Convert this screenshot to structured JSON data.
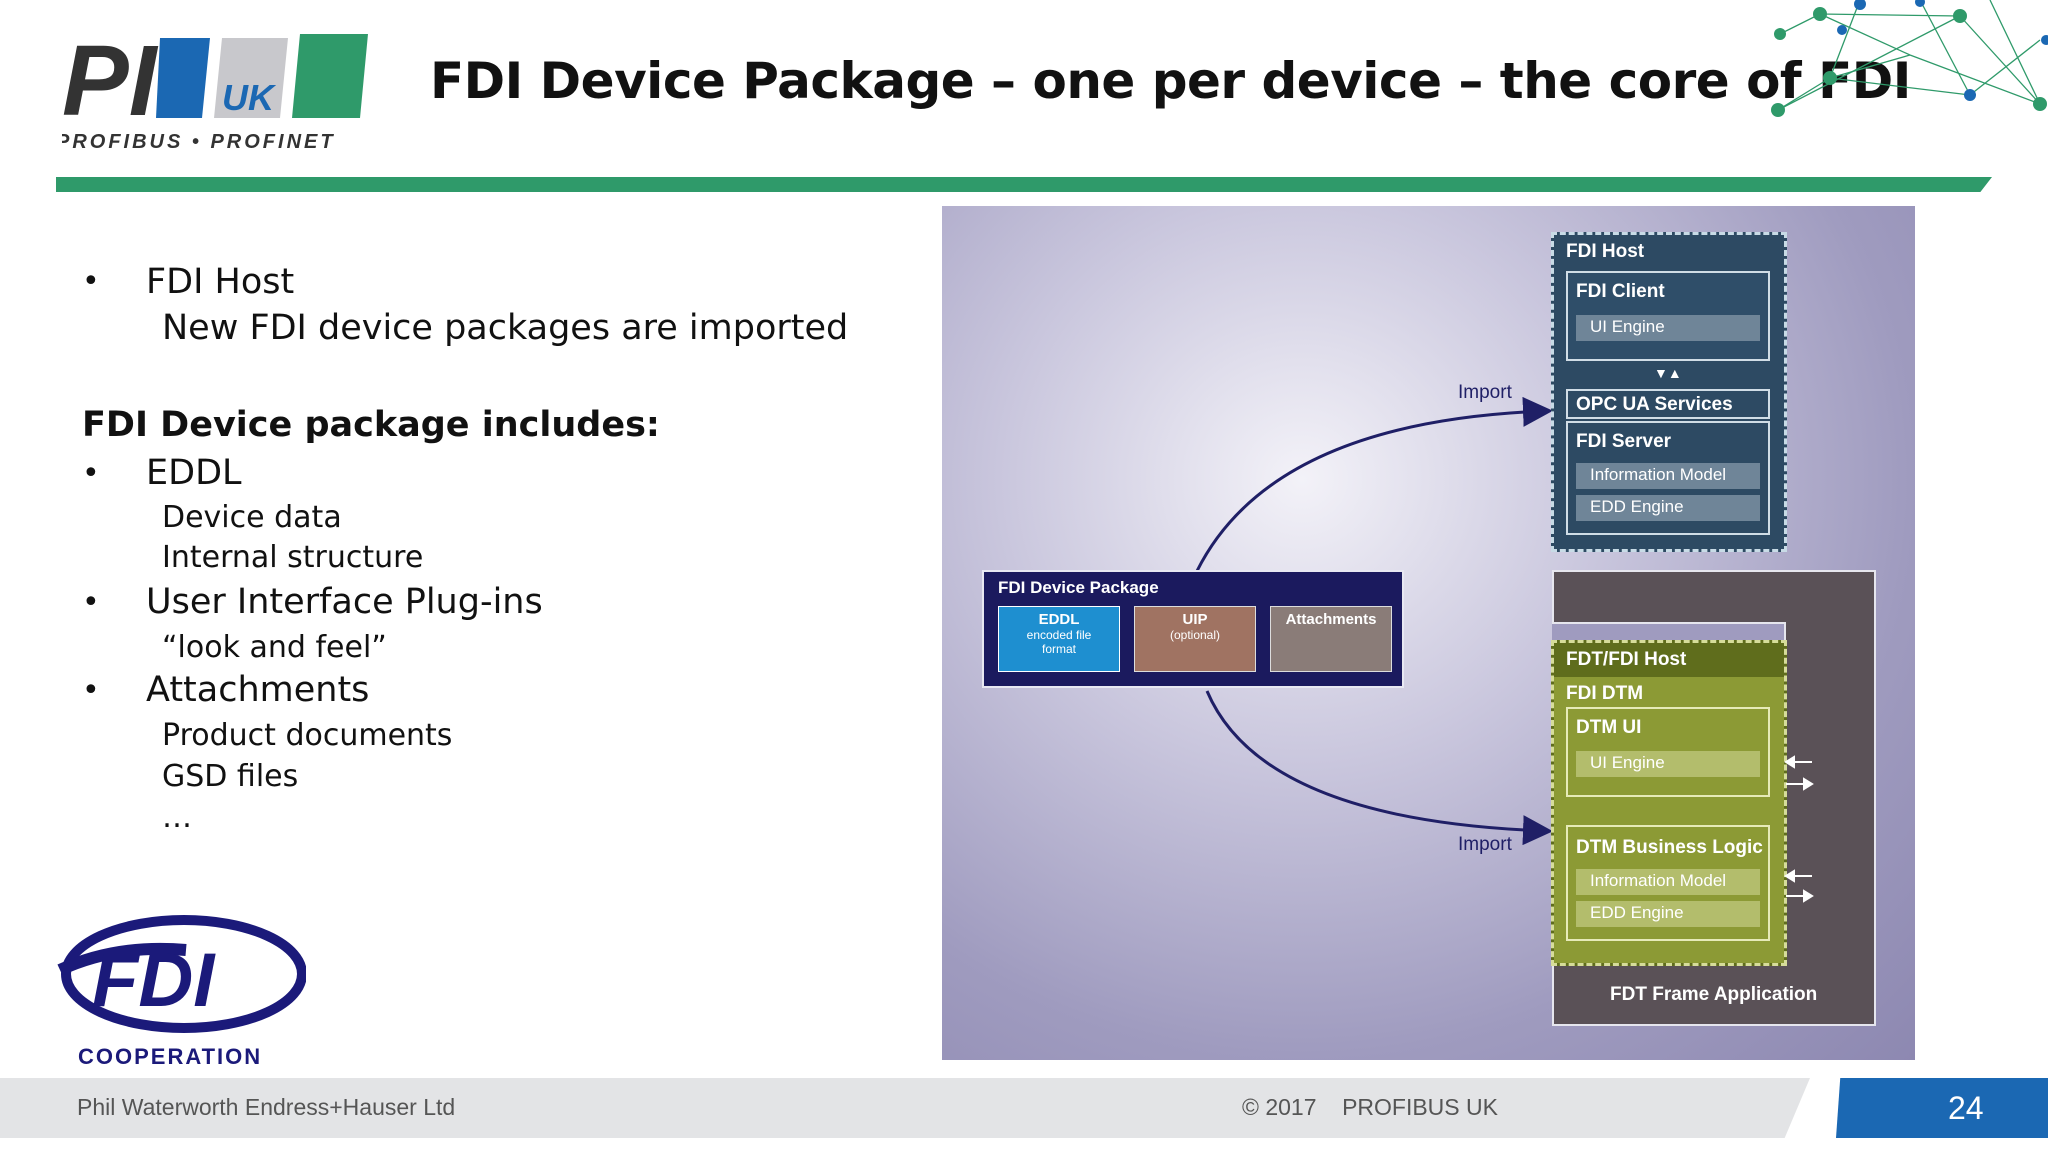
{
  "logo": {
    "brand": "PI",
    "region": "UK",
    "tagline": "PROFIBUS • PROFINET",
    "colors": {
      "pi": "#333333",
      "blue": "#1b68b3",
      "grey": "#c8c8cc",
      "green": "#2f9a6a"
    }
  },
  "title": "FDI Device Package – one per device – the core of FDI",
  "content": {
    "host_bullet": "FDI Host",
    "host_sub": "New FDI device packages are imported",
    "includes_heading": "FDI Device package includes:",
    "items": [
      {
        "label": "EDDL",
        "subs": [
          "Device data",
          "Internal structure"
        ]
      },
      {
        "label": "User Interface Plug-ins",
        "subs": [
          "“look and feel”"
        ]
      },
      {
        "label": "Attachments",
        "subs": [
          "Product documents",
          "GSD files",
          "…"
        ]
      }
    ],
    "bullet_glyph": "•"
  },
  "fdi_logo": {
    "text": "FDI",
    "sub": "COOPERATION"
  },
  "diagram": {
    "import_top": "Import",
    "import_bottom": "Import",
    "package": {
      "title": "FDI Device Package",
      "eddl": "EDDL",
      "eddl_sub": "encoded file format",
      "uip": "UIP",
      "uip_sub": "(optional)",
      "attachments": "Attachments"
    },
    "fdi_host": {
      "title": "FDI Host",
      "client": "FDI Client",
      "client_ui": "UI Engine",
      "opc": "OPC UA Services",
      "server": "FDI Server",
      "info_model": "Information Model",
      "edd_engine": "EDD Engine"
    },
    "fdt_host": {
      "title": "FDT/FDI Host",
      "dtm": "FDI DTM",
      "dtm_ui": "DTM UI",
      "dtm_ui_engine": "UI Engine",
      "business": "DTM Business Logic",
      "info_model": "Information Model",
      "edd_engine": "EDD Engine"
    },
    "frame_app": "FDT Frame Application",
    "colors": {
      "fdi_host": "#2d4a63",
      "fdt_host": "#5f6d1c",
      "package": "#1b1a5e",
      "eddl": "#1e8fd0",
      "uip": "#a07362",
      "attach": "#8a7c78",
      "frame": "#5a5157"
    }
  },
  "footer": {
    "presenter": "Phil Waterworth Endress+Hauser Ltd",
    "copyright": "© 2017    PROFIBUS UK",
    "page": "24"
  }
}
